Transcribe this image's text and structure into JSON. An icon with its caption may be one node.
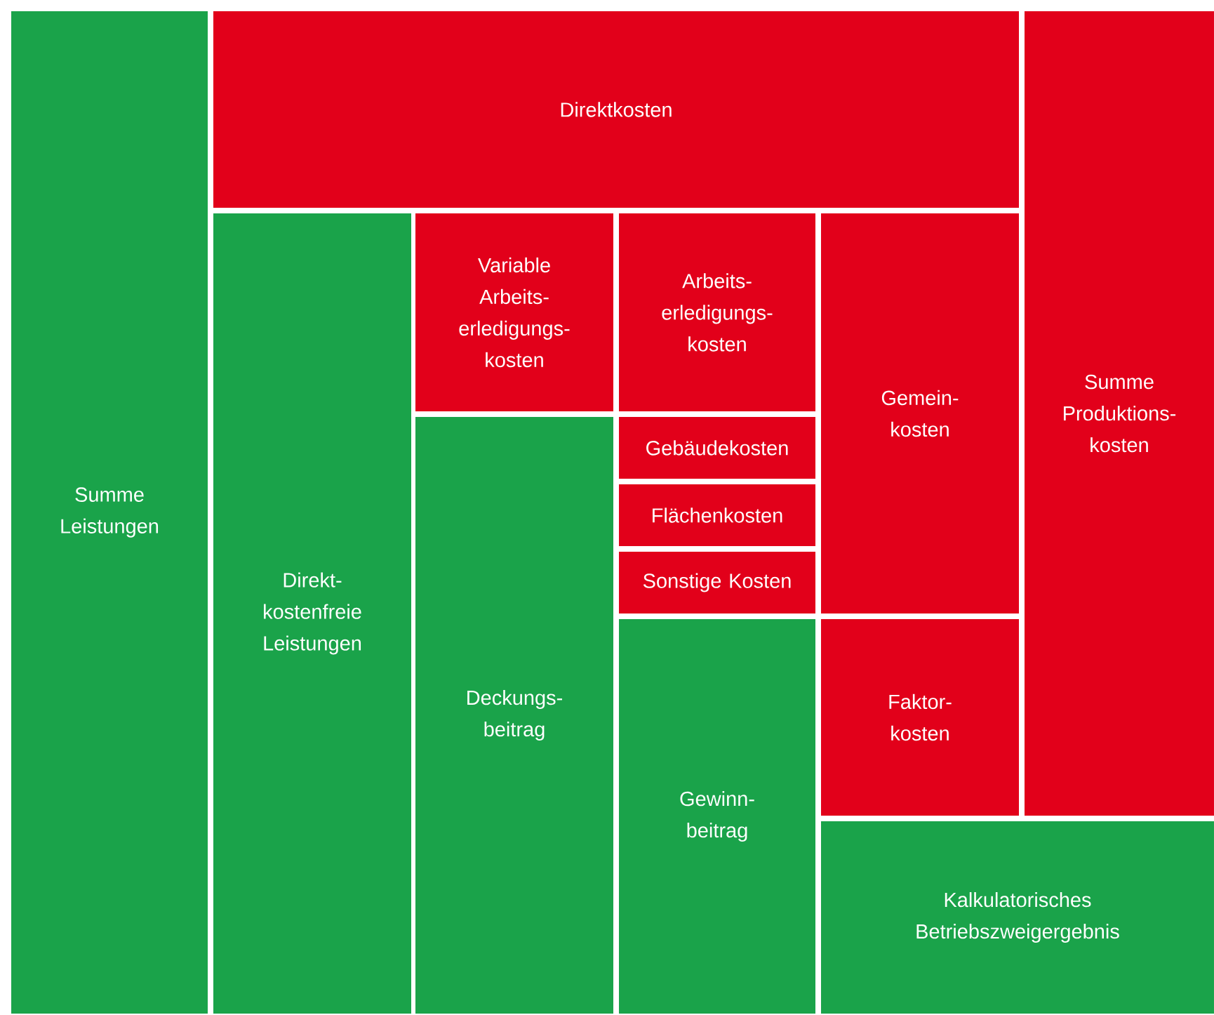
{
  "diagram": {
    "nodes": [
      {
        "text": [
          "Summe Leistungen"
        ]
      },
      {
        "text": [
          "Direktkosten"
        ]
      },
      {
        "text": [
          "Summe Produktions- kosten"
        ]
      },
      {
        "text": [
          "Direkt- kostenfreie Leistungen"
        ]
      },
      {
        "text": [
          "Variable Arbeits- erledigungs- kosten"
        ]
      },
      {
        "text": [
          "Arbeits- erledigungs- kosten"
        ]
      },
      {
        "text": [
          "Gemein- kosten"
        ]
      },
      {
        "text": [
          "Deckungs- beitrag"
        ]
      },
      {
        "text": [
          "Gebäudekosten"
        ]
      },
      {
        "text": [
          "Flächenkosten"
        ]
      },
      {
        "text": [
          "Sonstige Kosten"
        ]
      },
      {
        "text": [
          "Gewinn- beitrag"
        ]
      },
      {
        "text": [
          "Faktor- kosten"
        ]
      },
      {
        "text": [
          "Kalkulatorisches Betriebszweigergebnis"
        ]
      }
    ]
  }
}
